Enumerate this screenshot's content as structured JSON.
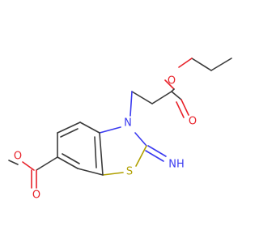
{
  "molecule": {
    "atoms": {
      "o_ester_ethyl": "O",
      "o_carbonyl_top": "O",
      "n_ring": "N",
      "n_imine": "NH",
      "s_ring": "S",
      "o_carbonyl_left": "O",
      "o_ester_methyl": "O"
    },
    "colors": {
      "bond": "#3a3a3a",
      "oxygen": "#e8222a",
      "nitrogen": "#3a3af0",
      "sulfur": "#b0a000"
    }
  }
}
